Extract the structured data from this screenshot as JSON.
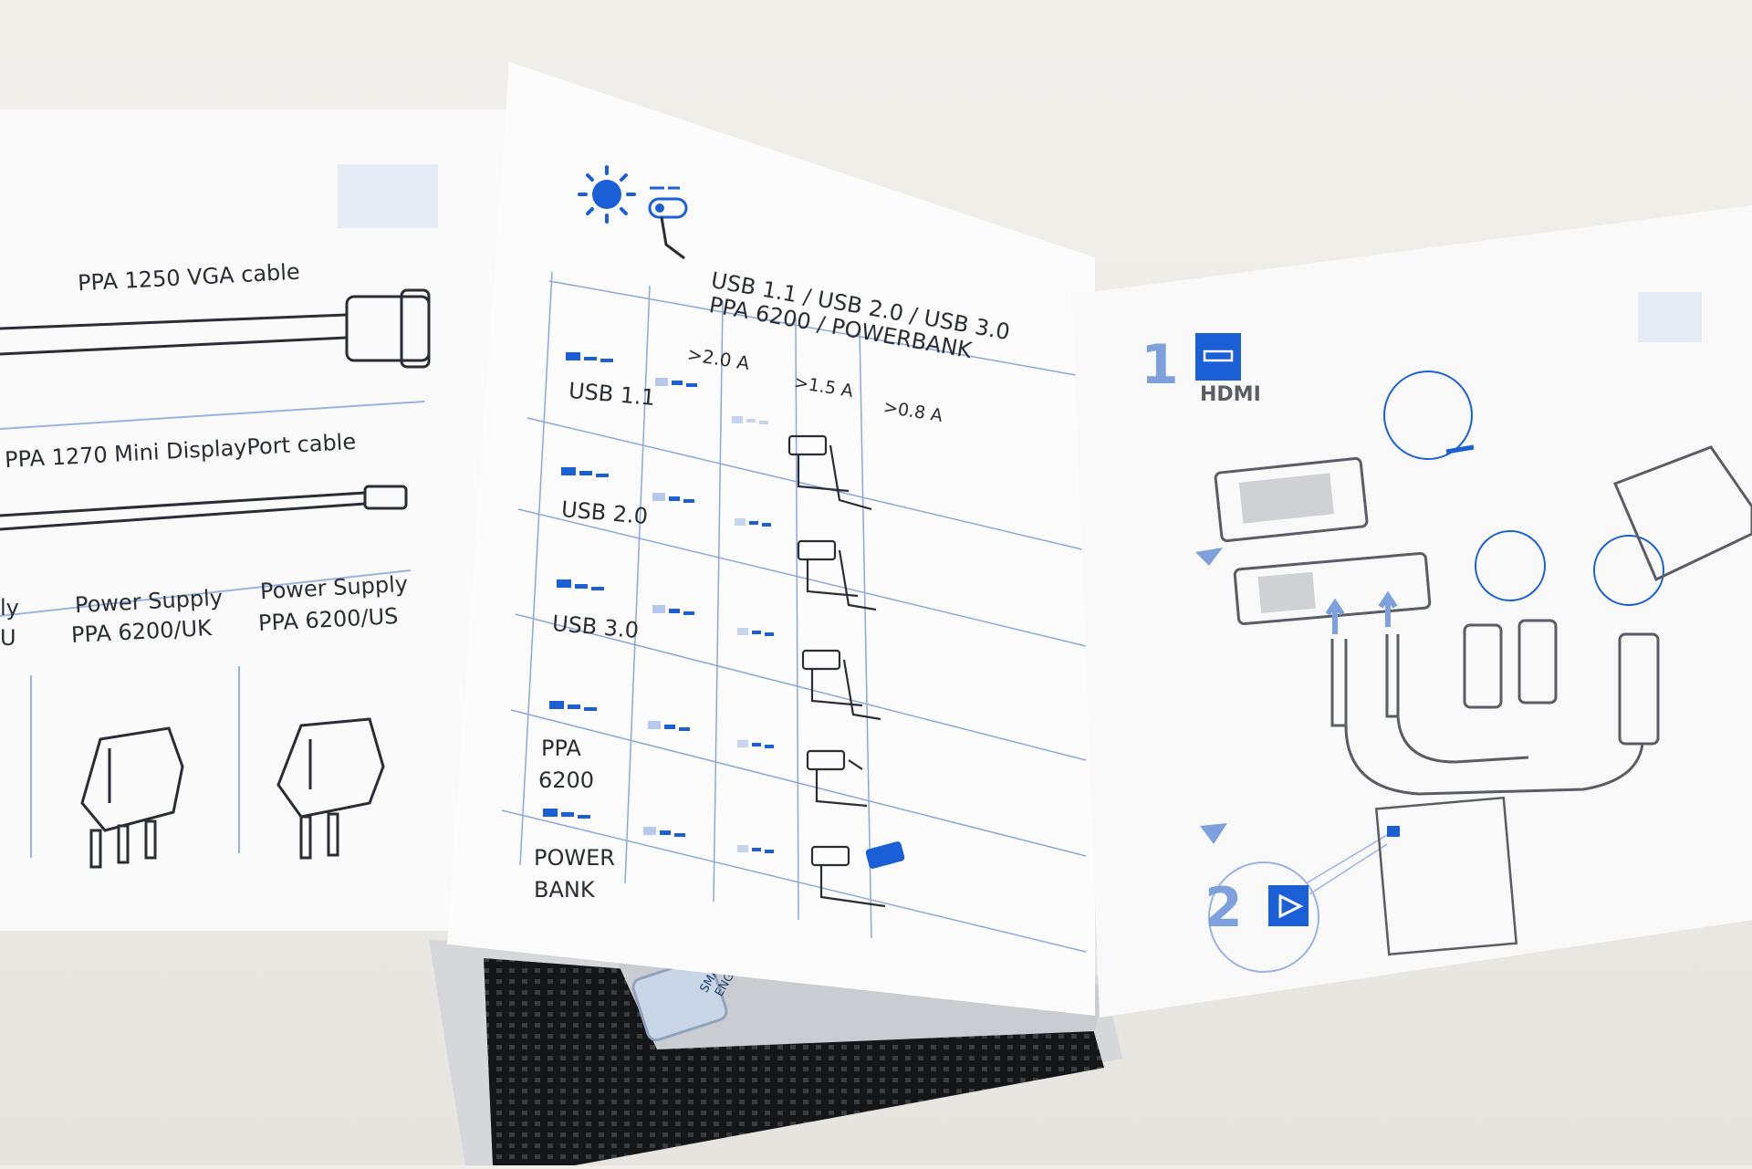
{
  "left_panel": {
    "vga_cable": "PPA 1250 VGA cable",
    "mini_dp_cable": "PPA 1270 Mini DisplayPort cable",
    "power_supply_eu_partial_line1": "ly",
    "power_supply_eu_partial_line2": "U",
    "power_supply_uk_line1": "Power Supply",
    "power_supply_uk_line2": "PPA 6200/UK",
    "power_supply_us_line1": "Power Supply",
    "power_supply_us_line2": "PPA 6200/US"
  },
  "center_panel": {
    "heading_line1": "USB 1.1 / USB 2.0 / USB 3.0",
    "heading_line2": "PPA 6200 / POWERBANK",
    "columns": [
      ">2.0 A",
      ">1.5 A",
      ">0.8 A"
    ],
    "rows": [
      {
        "label_line1": "USB 1.1",
        "label_line2": ""
      },
      {
        "label_line1": "USB 2.0",
        "label_line2": ""
      },
      {
        "label_line1": "USB 3.0",
        "label_line2": ""
      },
      {
        "label_line1": "PPA",
        "label_line2": "6200"
      },
      {
        "label_line1": "POWER",
        "label_line2": "BANK"
      }
    ]
  },
  "right_panel": {
    "step1_number": "1",
    "step1_label": "HDMI",
    "step2_number": "2"
  },
  "projector": {
    "badge_line1": "SMART",
    "badge_line2": "ENGINE"
  },
  "colors": {
    "accent": "#1a5fd6",
    "ink": "#2a2d33",
    "projector_body": "#1b1c1e"
  }
}
